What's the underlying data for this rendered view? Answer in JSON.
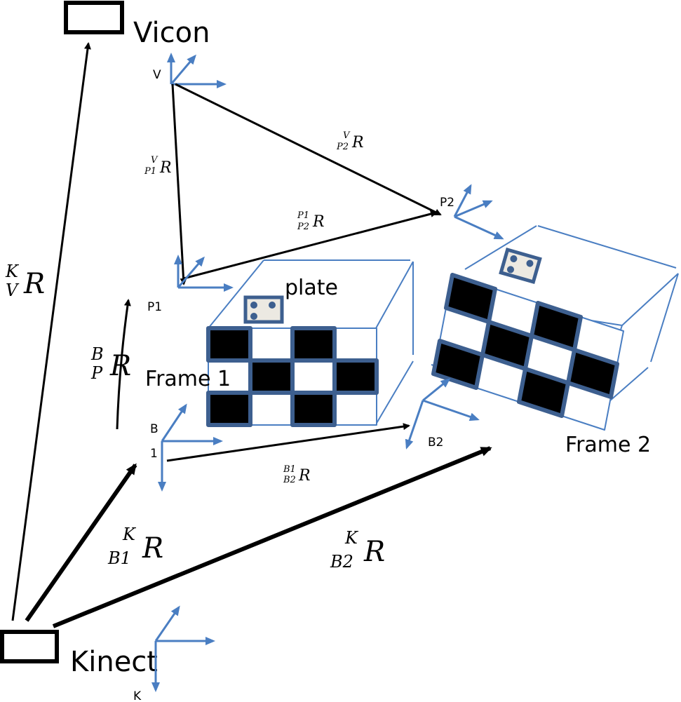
{
  "diagram": {
    "devices": {
      "vicon": {
        "label": "Vicon"
      },
      "kinect": {
        "label": "Kinect"
      }
    },
    "frames": {
      "V": "V",
      "P1": "P1",
      "P2": "P2",
      "B1_top": "B",
      "B1_bottom": "1",
      "B2": "B2",
      "K": "K"
    },
    "objects": {
      "plate": "plate",
      "frame1": "Frame 1",
      "frame2": "Frame 2"
    },
    "transforms": [
      {
        "id": "K_V",
        "sup": "K",
        "sub": "V",
        "base": "R",
        "from": "Kinect",
        "to": "Vicon"
      },
      {
        "id": "V_P1",
        "sup": "V",
        "sub": "P1",
        "base": "R",
        "from": "V",
        "to": "P1"
      },
      {
        "id": "V_P2",
        "sup": "V",
        "sub": "P2",
        "base": "R",
        "from": "V",
        "to": "P2"
      },
      {
        "id": "P1_P2",
        "sup": "P1",
        "sub": "P2",
        "base": "R",
        "from": "P1",
        "to": "P2"
      },
      {
        "id": "B_P",
        "sup": "B",
        "sub": "P",
        "base": "R",
        "from": "B1",
        "to": "P1"
      },
      {
        "id": "B1_B2",
        "sup": "B1",
        "sub": "B2",
        "base": "R",
        "from": "B1",
        "to": "B2"
      },
      {
        "id": "K_B1",
        "sup": "K",
        "sub": "B1",
        "base": "R",
        "from": "Kinect",
        "to": "B1"
      },
      {
        "id": "K_B2",
        "sup": "K",
        "sub": "B2",
        "base": "R",
        "from": "Kinect",
        "to": "B2"
      }
    ],
    "colors": {
      "axis": "#4a7ec2",
      "board_border": "#3d5f8f",
      "marker_fill": "#ece9e2",
      "arrow": "#000000"
    }
  }
}
